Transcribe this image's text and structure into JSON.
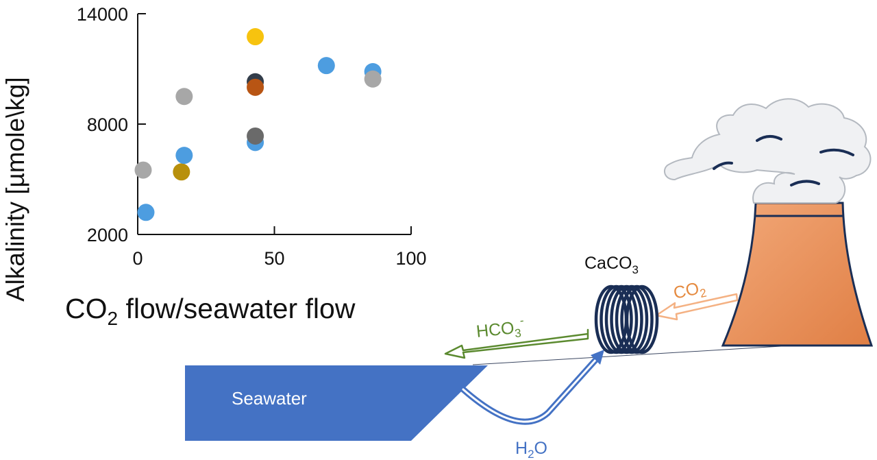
{
  "chart_data": {
    "type": "scatter",
    "xlabel": "CO",
    "xlabel_sub": "2",
    "xlabel_rest": " flow/seawater flow",
    "ylabel": "Alkalinity [µmole\\kg]",
    "xlim": [
      0,
      100
    ],
    "ylim": [
      2000,
      14000
    ],
    "x_ticks": [
      "0",
      "50",
      "100"
    ],
    "y_ticks": [
      "14000",
      "8000",
      "2000"
    ],
    "x_tick_values": [
      0,
      50,
      100
    ],
    "y_tick_values": [
      14000,
      8000,
      2000
    ],
    "grid": false,
    "points": [
      {
        "x": 2,
        "y": 5500,
        "color": "#a7a7a7"
      },
      {
        "x": 3,
        "y": 3200,
        "color": "#4d9de0"
      },
      {
        "x": 16,
        "y": 5400,
        "color": "#b8900c"
      },
      {
        "x": 17,
        "y": 6300,
        "color": "#4d9de0"
      },
      {
        "x": 17,
        "y": 9500,
        "color": "#a7a7a7"
      },
      {
        "x": 43,
        "y": 12750,
        "color": "#f7c30f"
      },
      {
        "x": 43,
        "y": 10300,
        "color": "#333d4a"
      },
      {
        "x": 43,
        "y": 10000,
        "color": "#b85514"
      },
      {
        "x": 43,
        "y": 7000,
        "color": "#4d9de0"
      },
      {
        "x": 43,
        "y": 7350,
        "color": "#6a6a6a"
      },
      {
        "x": 69,
        "y": 11180,
        "color": "#4d9de0"
      },
      {
        "x": 86,
        "y": 10850,
        "color": "#4d9de0"
      },
      {
        "x": 86,
        "y": 10450,
        "color": "#a7a7a7"
      }
    ]
  },
  "diagram": {
    "seawater_label": "Seawater",
    "caco3_label": "CaCO",
    "caco3_sub": "3",
    "co2_label": "CO",
    "co2_sub": "2",
    "hco3_label": "HCO",
    "hco3_sub": "3",
    "hco3_sup": "-",
    "h2o_label": "H",
    "h2o_sub": "2",
    "h2o_rest": "O",
    "colors": {
      "seawater": "#4472c4",
      "coil": "#1a2e55",
      "stack_fill": "#e9935e",
      "stack_stroke": "#1a2e55",
      "co2_arrow": "#f4b183",
      "co2_text": "#e58a3f",
      "hco3_arrow": "#5b8a2f",
      "h2o_arrow": "#4472c4",
      "smoke": "#f0f1f3",
      "smoke_stroke": "#b4b9c0"
    }
  }
}
